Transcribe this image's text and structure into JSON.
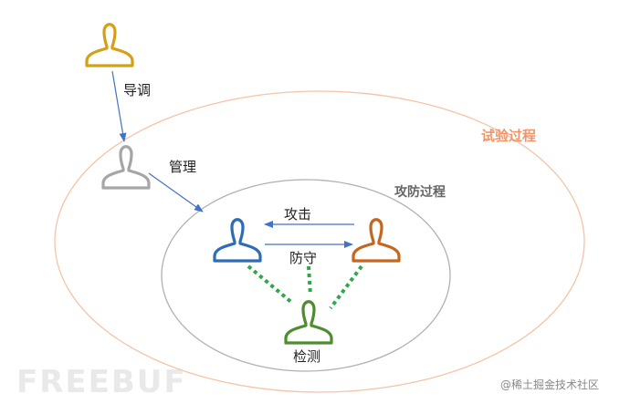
{
  "labels": {
    "guide": "导调",
    "manage": "管理",
    "test_process": "试验过程",
    "attack_defense_process": "攻防过程",
    "attack": "攻击",
    "defense": "防守",
    "detect": "检测"
  },
  "watermark": {
    "brand": "FREEBUF",
    "credit": "@稀土掘金技术社区"
  },
  "colors": {
    "director": "#d4a017",
    "manager": "#a6a6a6",
    "attacker_blue": "#2e6cb3",
    "defender_orange": "#c5661f",
    "detector_green": "#4e8c2e",
    "outer_ellipse": "#f5c3a8",
    "inner_ellipse": "#b0b0b0",
    "arrow": "#4472c4",
    "dotted": "#2ea84a"
  }
}
